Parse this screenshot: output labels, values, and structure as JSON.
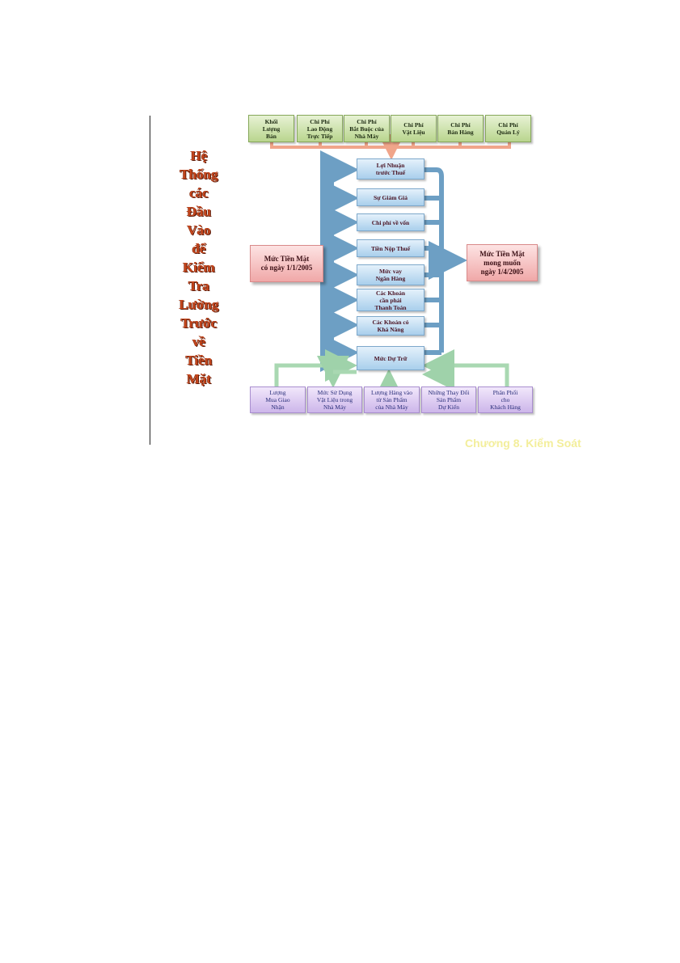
{
  "title_words": [
    "Hệ",
    "Thống",
    "các",
    "Đầu",
    "Vào",
    "để",
    "Kiểm",
    "Tra",
    "Lường",
    "Trước",
    "về",
    "Tiền",
    "Mặt"
  ],
  "top_inputs": [
    "Khối\nLượng\nBán",
    "Chi Phí\nLao Động\nTrực Tiếp",
    "Chi Phí\nBắt Buộc của\nNhà Máy",
    "Chi Phí\nVật Liệu",
    "Chi Phí\nBán Hàng",
    "Chi Phí\nQuản Lý"
  ],
  "center_items": [
    "Lợi Nhuận\ntrước Thuế",
    "Sự Giảm Giá",
    "Chi phí về vốn",
    "Tiền Nộp Thuế",
    "Mức vay\nNgân Hàng",
    "Các Khoản\ncần phải\nThanh Toán",
    "Các Khoản có\nKhả Năng",
    "Mức Dự Trữ"
  ],
  "left_box": "Mức Tiền Mặt\ncó ngày 1/1/2005",
  "right_box": "Mức Tiền Mặt\nmong muốn\nngày 1/4/2005",
  "bottom_inputs": [
    "Lượng\nMua Giao\nNhận",
    "Mức Sử Dụng\nVật Liệu trong\nNhà Máy",
    "Lượng Hàng vào\ntừ Sản Phẩm\ncủa Nhà Máy",
    "Những Thay Đổi\nSản Phẩm\nDự Kiến",
    "Phân Phối\ncho\nKhách Hàng"
  ],
  "footer_mark": "Chương 8. Kiểm Soát",
  "colors": {
    "title": "#c4461d",
    "top_boxes": "#b9d58e",
    "center_boxes": "#a9cfec",
    "side_boxes": "#f0a8a8",
    "bottom_boxes": "#cdb6ea",
    "blue_arrows": "#6d9fc4",
    "orange_arrows": "#f0a58a",
    "green_arrows": "#a9d8b2"
  }
}
